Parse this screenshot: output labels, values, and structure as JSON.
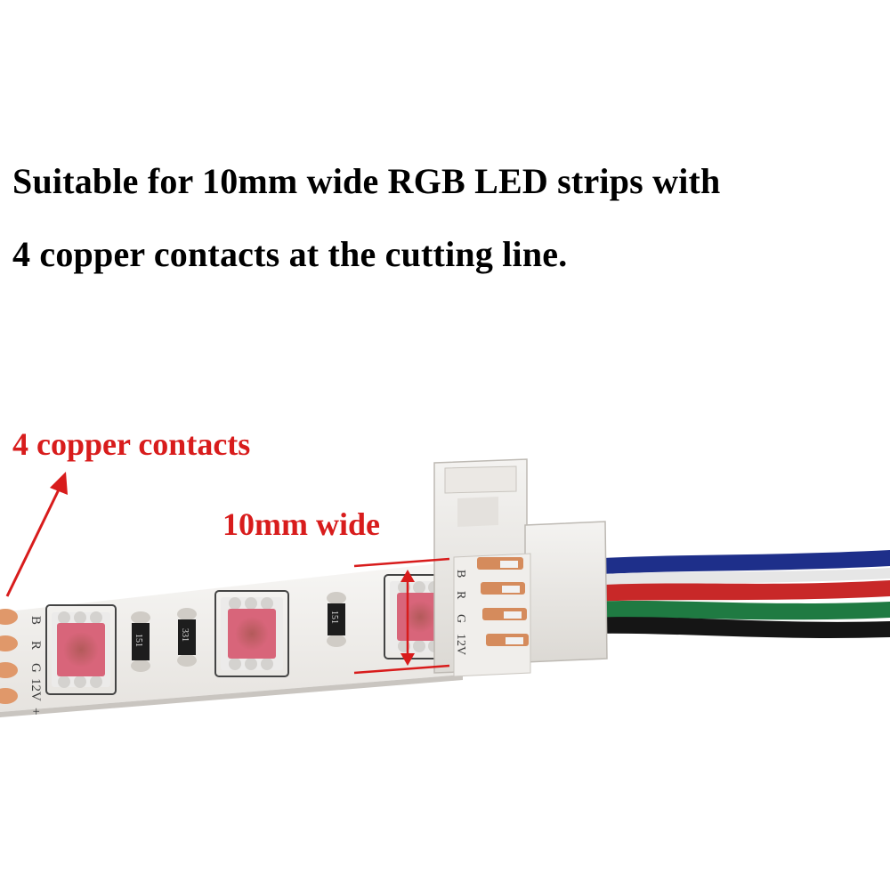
{
  "headline": {
    "line1": "Suitable for 10mm wide RGB LED strips with",
    "line2": "4 copper contacts at the cutting line."
  },
  "callouts": {
    "copper_contacts": "4 copper contacts",
    "width": "10mm wide"
  },
  "strip_markings": {
    "pad_labels": [
      "B",
      "R",
      "G",
      "12V",
      "+"
    ],
    "resistor_codes": [
      "151",
      "331",
      "151"
    ]
  },
  "colors": {
    "headline_text": "#000000",
    "callout_red": "#d81c1c",
    "strip_body": "#f3f1ef",
    "copper": "#e0986a",
    "led_red": "#d8657a",
    "wire_blue": "#1e2f8a",
    "wire_red": "#c82828",
    "wire_green": "#1f7a42",
    "wire_black": "#151515",
    "wire_white": "#e6e6e6"
  }
}
